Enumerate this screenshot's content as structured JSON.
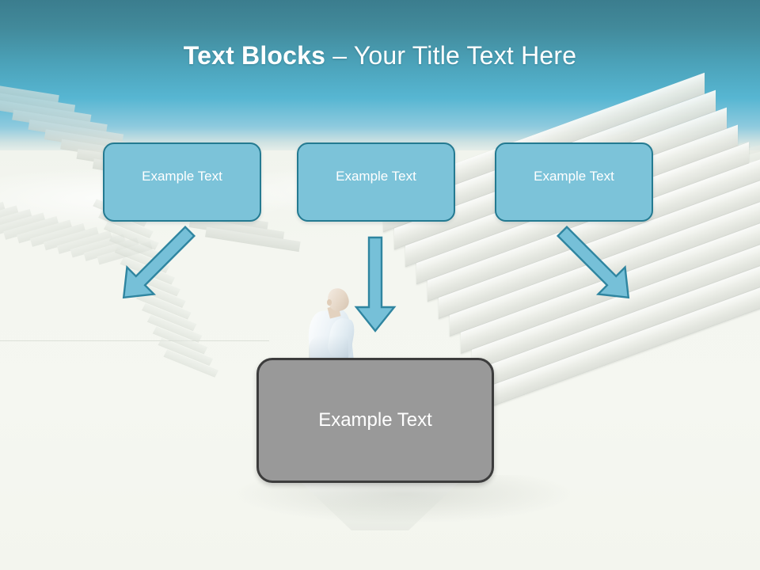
{
  "slide": {
    "title_strong": "Text Blocks",
    "title_separator": " – ",
    "title_light": "Your Title Text Here",
    "title_full": "Text Blocks – Your Title Text Here"
  },
  "blocks": {
    "top": [
      {
        "label": "Example Text"
      },
      {
        "label": "Example Text"
      },
      {
        "label": "Example Text"
      }
    ],
    "result": {
      "label": "Example Text"
    }
  },
  "arrows": [
    {
      "name": "arrow-down-right",
      "direction": "down-right"
    },
    {
      "name": "arrow-down",
      "direction": "down"
    },
    {
      "name": "arrow-down-left",
      "direction": "down-left"
    }
  ],
  "colors": {
    "title_text": "#ffffff",
    "sky_top": "#3b7d8e",
    "sky_mid": "#57b6d2",
    "ground": "#f4f6f0",
    "block_fill": "#7cc3d9",
    "block_border": "#247a91",
    "block_text": "#ffffff",
    "result_fill": "#999999",
    "result_border": "#3c3c3c",
    "result_text": "#ffffff",
    "arrow_fill": "#76c0d8",
    "arrow_border": "#2f85a0"
  },
  "background": {
    "scene": "staircases-and-sky",
    "figure": "businessman-looking-up"
  }
}
